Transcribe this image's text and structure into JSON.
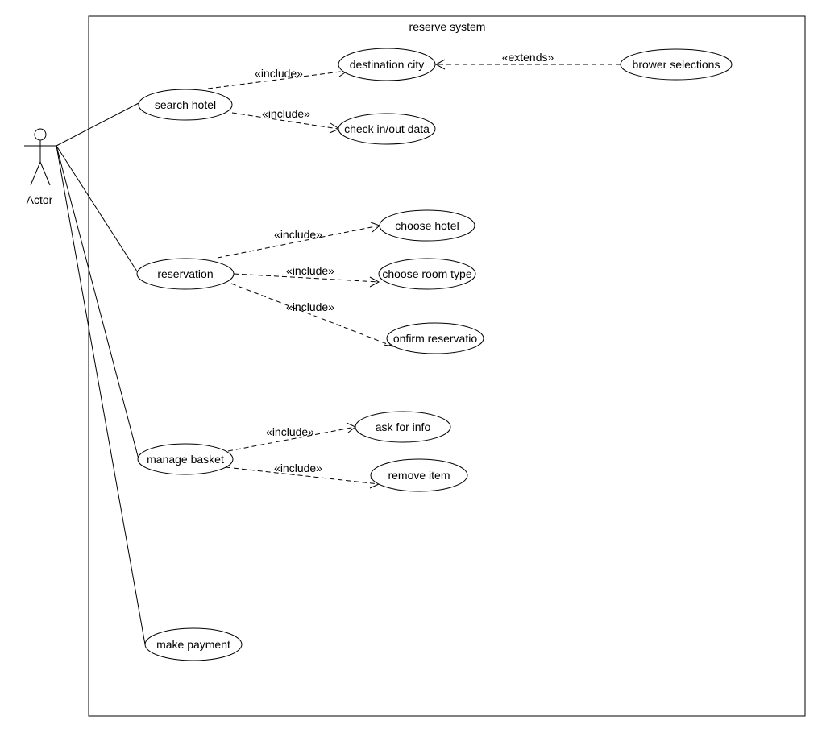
{
  "system": {
    "title": "reserve system"
  },
  "actor": {
    "label": "Actor"
  },
  "use_cases": {
    "search_hotel": "search hotel",
    "destination_city": "destination city",
    "brower_selections": "brower selections",
    "check_in_out": "check in/out data",
    "reservation": "reservation",
    "choose_hotel": "choose hotel",
    "choose_room_type": "choose room type",
    "confirm_reservation": "onfirm reservatio",
    "manage_basket": "manage basket",
    "ask_for_info": "ask for info",
    "remove_item": "remove item",
    "make_payment": "make payment"
  },
  "relations": {
    "include": "«include»",
    "extends": "«extends»"
  }
}
